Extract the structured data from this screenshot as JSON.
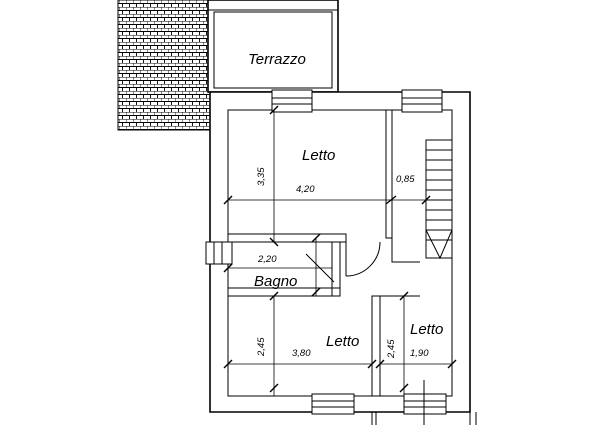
{
  "rooms": {
    "terrazzo": "Terrazzo",
    "letto_top": "Letto",
    "bagno": "Bagno",
    "letto_bottom_left": "Letto",
    "letto_bottom_right": "Letto"
  },
  "dimensions": {
    "top_bedroom_height": "3,35",
    "top_bedroom_width": "4,20",
    "stair_width": "0,85",
    "bath_width": "2,20",
    "bottom_left_height": "2,45",
    "bottom_left_width": "3,80",
    "bottom_right_height": "2,45",
    "bottom_right_width": "1,90"
  }
}
